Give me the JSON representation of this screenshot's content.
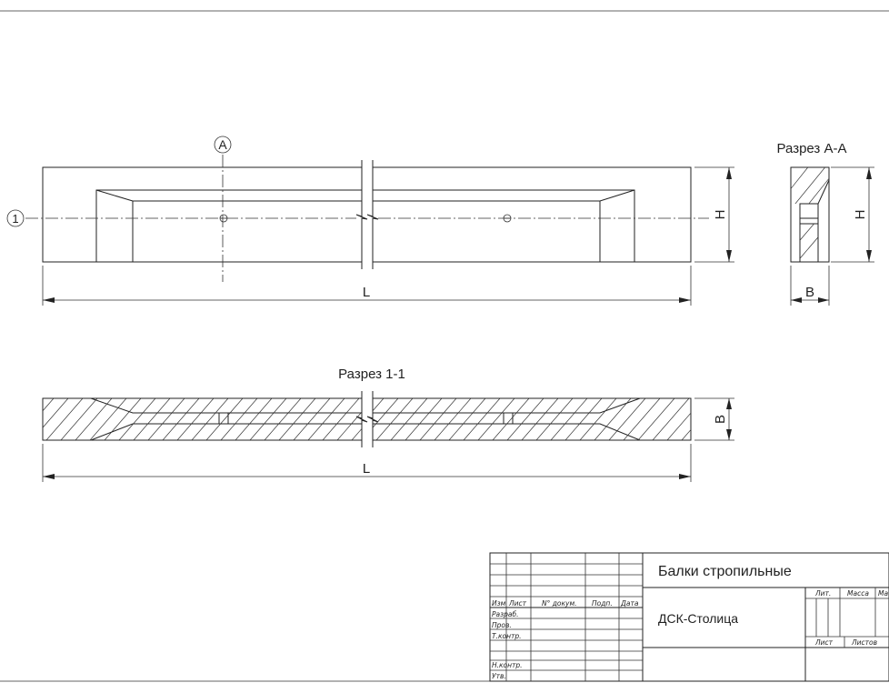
{
  "drawing": {
    "callouts": {
      "axis_a": "A",
      "axis_1": "1"
    },
    "plan_view": {
      "length_label": "L",
      "height_label": "H"
    },
    "section_aa": {
      "title": "Разрез А-А",
      "height_label": "H",
      "width_label": "B"
    },
    "section_11": {
      "title": "Разрез 1-1",
      "length_label": "L",
      "width_label": "B"
    }
  },
  "title_block": {
    "title": "Балки стропильные",
    "organization": "ДСК-Столица",
    "columns": {
      "izm": "Изм",
      "list": "Лист",
      "doc": "N° докум.",
      "sign": "Подп.",
      "date": "Дата"
    },
    "rows": {
      "razrab": "Разраб.",
      "prov": "Пров.",
      "tkontr": "Т.контр.",
      "nkontr": "Н.контр.",
      "utv": "Утв."
    },
    "right_headers": {
      "lit": "Лит.",
      "massa": "Масса",
      "masht": "Ма",
      "list": "Лист",
      "listov": "Листов"
    }
  }
}
